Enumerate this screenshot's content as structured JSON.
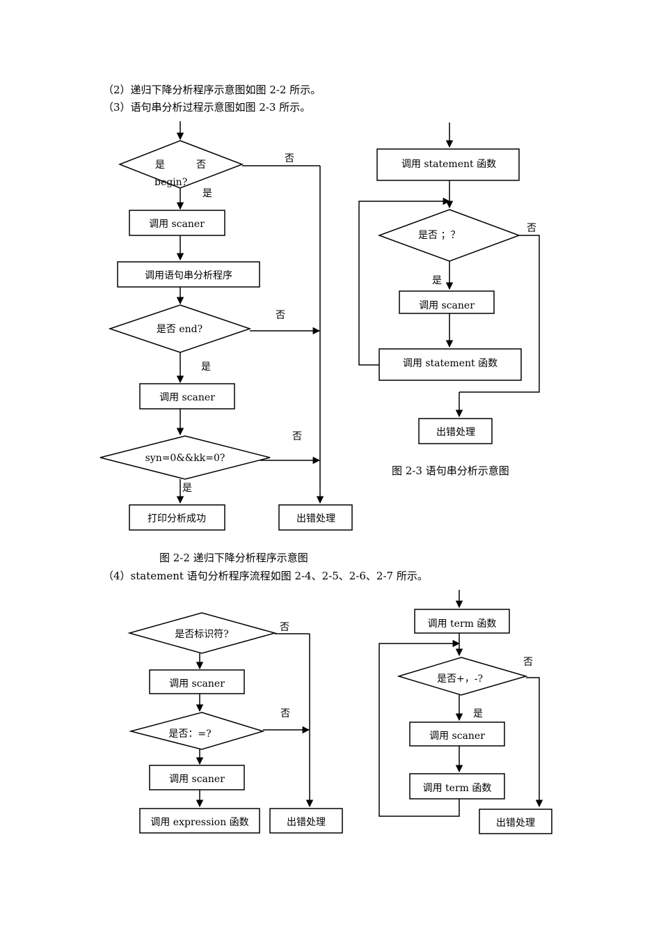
{
  "paragraphs": {
    "p1": "（2）递归下降分析程序示意图如图 2-2 所示。",
    "p2": "（3）语句串分析过程示意图如图 2-3 所示。",
    "p3": "（4）statement 语句分析程序流程如图 2-4、2-5、2-6、2-7 所示。"
  },
  "fig22": {
    "caption": "图 2-2  递归下降分析程序示意图",
    "d1_left": "是",
    "d1_right": "否",
    "d1_bottom": "begin?",
    "box_scaner1": "调用 scaner",
    "box_stmt_seq": "调用语句串分析程序",
    "d2": "是否 end?",
    "box_scaner2": "调用 scaner",
    "d3": "syn=0&&kk=0?",
    "box_success": "打印分析成功",
    "box_error": "出错处理",
    "yes": "是",
    "no": "否"
  },
  "fig23": {
    "caption": "图 2-3  语句串分析示意图",
    "box_stmt1": "调用 statement 函数",
    "d1": "是否 ；？",
    "box_scaner": "调用 scaner",
    "box_stmt2": "调用 statement 函数",
    "box_error": "出错处理",
    "yes": "是",
    "no": "否"
  },
  "fig24": {
    "d1": "是否标识符?",
    "box_scaner1": "调用 scaner",
    "d2": "是否：=?",
    "box_scaner2": "调用 scaner",
    "box_expr": "调用 expression 函数",
    "box_error": "出错处理",
    "no": "否"
  },
  "fig25": {
    "box_term1": "调用 term 函数",
    "d1": "是否+，-?",
    "box_scaner": "调用 scaner",
    "box_term2": "调用 term 函数",
    "box_error": "出错处理",
    "yes": "是",
    "no": "否"
  }
}
